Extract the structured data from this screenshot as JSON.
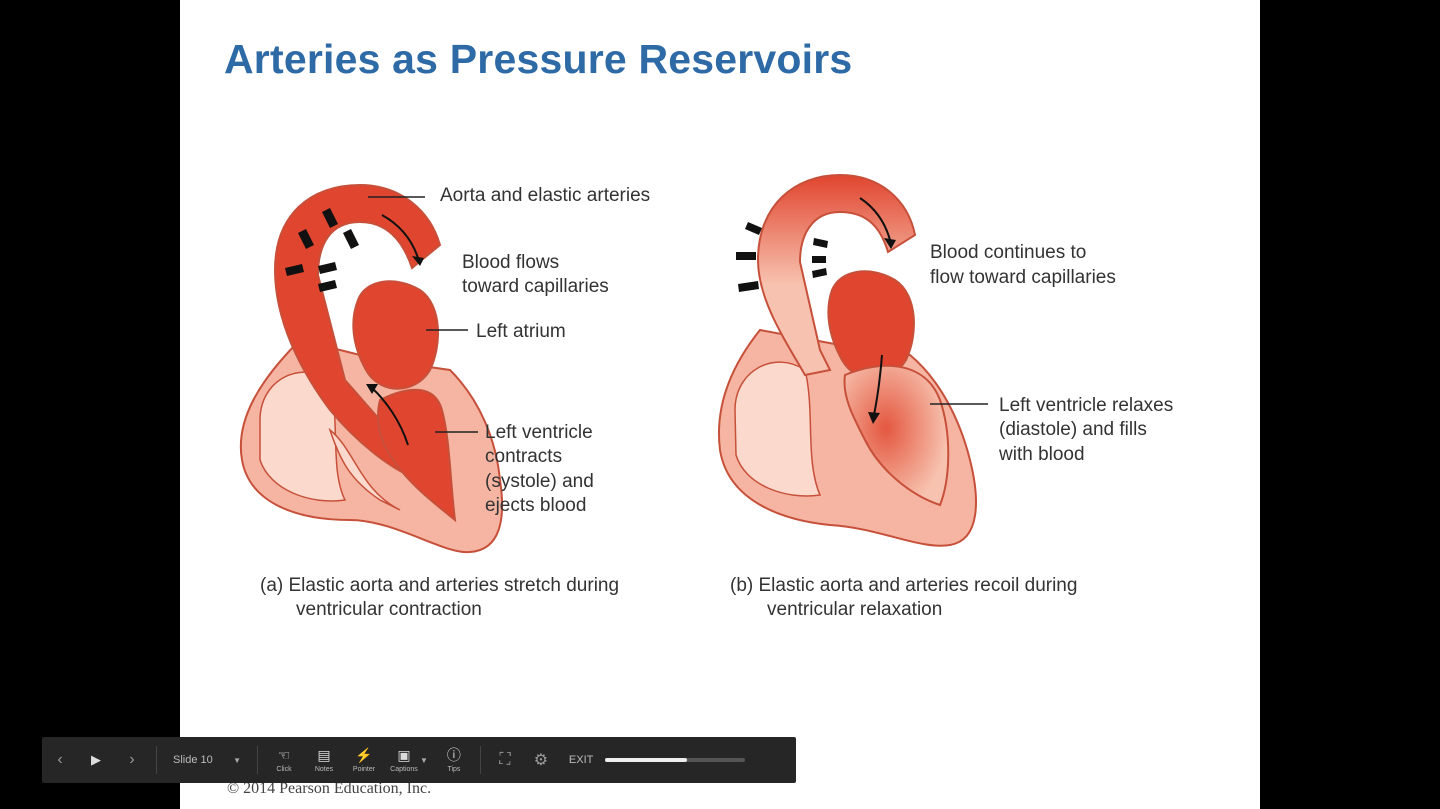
{
  "slide": {
    "title": "Arteries as Pressure Reservoirs",
    "copyright": "© 2014 Pearson Education, Inc."
  },
  "diagram": {
    "a": {
      "label_aorta": "Aorta and elastic arteries",
      "label_flow_1": "Blood flows",
      "label_flow_2": "toward capillaries",
      "label_atrium": "Left atrium",
      "label_ventricle_1": "Left ventricle",
      "label_ventricle_2": "contracts",
      "label_ventricle_3": "(systole) and",
      "label_ventricle_4": "ejects blood",
      "caption_1": "(a) Elastic aorta and arteries stretch during",
      "caption_2": "ventricular contraction"
    },
    "b": {
      "label_flow_1": "Blood continues to",
      "label_flow_2": "flow toward capillaries",
      "label_ventricle_1": "Left ventricle relaxes",
      "label_ventricle_2": "(diastole) and fills",
      "label_ventricle_3": "with blood",
      "caption_1": "(b) Elastic aorta and arteries recoil during",
      "caption_2": "ventricular relaxation"
    },
    "colors": {
      "blood": "#e0452f",
      "tissue": "#f5b5a2",
      "outline": "#c7503a"
    }
  },
  "toolbar": {
    "slide_label": "Slide 10",
    "tools": [
      {
        "icon": "click-icon",
        "label": "Click"
      },
      {
        "icon": "notes-icon",
        "label": "Notes"
      },
      {
        "icon": "pointer-icon",
        "label": "Pointer"
      },
      {
        "icon": "captions-icon",
        "label": "Captions"
      },
      {
        "icon": "tips-icon",
        "label": "Tips"
      }
    ],
    "exit_label": "EXIT",
    "progress": 0.58
  }
}
